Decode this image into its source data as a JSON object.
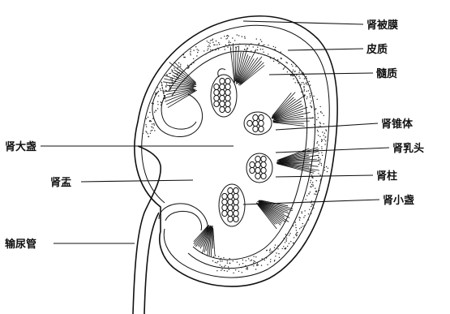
{
  "diagram": {
    "labels": {
      "renal_capsule": "肾被膜",
      "cortex": "皮质",
      "medulla": "髓质",
      "renal_pyramid": "肾锥体",
      "renal_papilla": "肾乳头",
      "renal_column": "肾柱",
      "minor_calyx": "肾小盏",
      "major_calyx": "肾大盏",
      "renal_pelvis": "肾盂",
      "ureter": "输尿管"
    },
    "colors": {
      "ink": "#111111",
      "paper": "#ffffff"
    }
  }
}
